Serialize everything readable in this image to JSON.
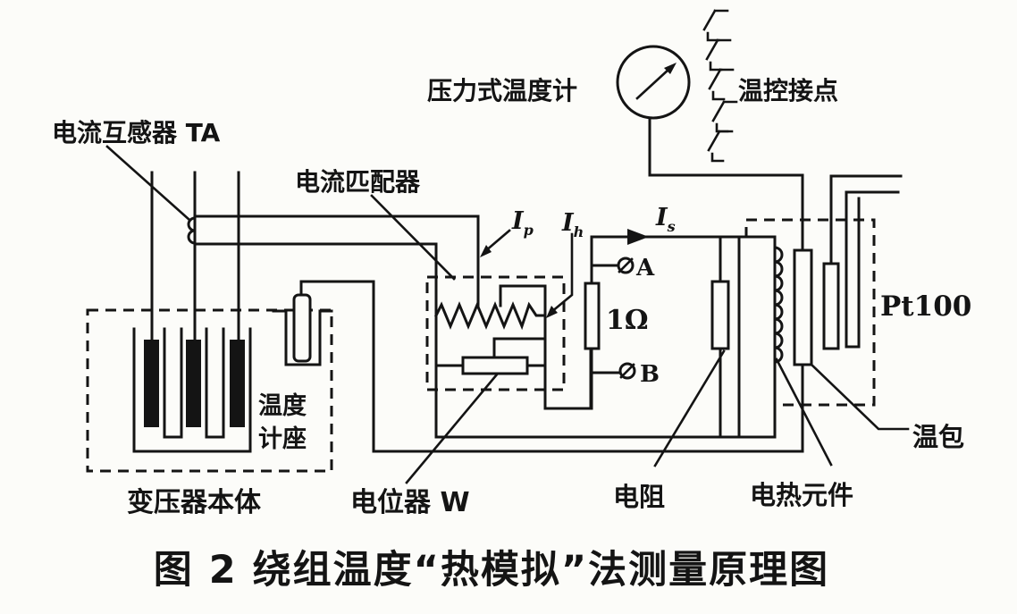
{
  "diagram": {
    "caption": "图 2  绕组温度“热模拟”法测量原理图",
    "labels": {
      "current_transformer": "电流互感器 TA",
      "current_matcher": "电流匹配器",
      "pressure_thermometer": "压力式温度计",
      "temp_control_contacts": "温控接点",
      "pt100": "Pt100",
      "temp_bulb": "温包",
      "thermometer_seat_line1": "温度",
      "thermometer_seat_line2": "计座",
      "transformer_body": "变压器本体",
      "potentiometer": "电位器 W",
      "resistor": "电阻",
      "heating_element": "电热元件",
      "shunt_resistor": "1Ω",
      "terminal_a": "A",
      "terminal_b": "B",
      "current_ip_main": "I",
      "current_ip_sub": "p",
      "current_ih_main": "I",
      "current_ih_sub": "h",
      "current_is_main": "I",
      "current_is_sub": "s"
    },
    "colors": {
      "ink": "#141414",
      "background": "#fcfcf9"
    }
  }
}
